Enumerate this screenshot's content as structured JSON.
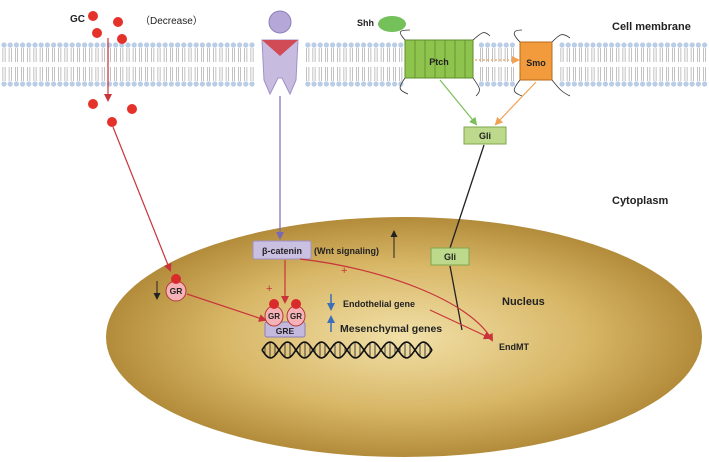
{
  "labels": {
    "gc": "GC",
    "decrease": "（Decrease）",
    "shh": "Shh",
    "cell_membrane": "Cell membrane",
    "ptch": "Ptch",
    "smo": "Smo",
    "gli_cytoplasm": "Gli",
    "cytoplasm": "Cytoplasm",
    "beta_catenin": "β-catenin",
    "wnt_signaling": "(Wnt signaling)",
    "gli_nucleus": "Gli",
    "nucleus": "Nucleus",
    "gr_single": "GR",
    "gr_left": "GR",
    "gr_right": "GR",
    "gre": "GRE",
    "endothelial_gene": "Endothelial gene",
    "mesenchymal_genes": "Mesenchymal genes",
    "endmt": "EndMT",
    "plus_upper": "+",
    "plus_lower": "+"
  },
  "colors": {
    "membrane_head": "#b9cde6",
    "membrane_tail": "#9a9a9a",
    "nucleus_light": "#f1e0a8",
    "nucleus_dark": "#a9812f",
    "gc_dot": "#e4322b",
    "gr_fill": "#f6b2b6",
    "gr_cap": "#d92b2b",
    "receptor_body": "#c7bce0",
    "receptor_cap": "#a99bd0",
    "receptor_wedge": "#d04b56",
    "ptch_fill": "#8ec34e",
    "smo_fill": "#f29b3c",
    "shh_fill": "#74c05a",
    "gli_fill": "#bcd98c",
    "beta_fill": "#c9c0e2",
    "gc_arrow": "#c9333a",
    "wnt_arrow": "#7a68b5",
    "ptch_arrow": "#7cbf58",
    "smo_arrow": "#f1a154",
    "down_arrow": "#3b6fb6"
  },
  "icons": {
    "ligand": "gc-molecule-icon",
    "receptor": "wnt-receptor-icon",
    "dna": "dna-helix-icon"
  }
}
